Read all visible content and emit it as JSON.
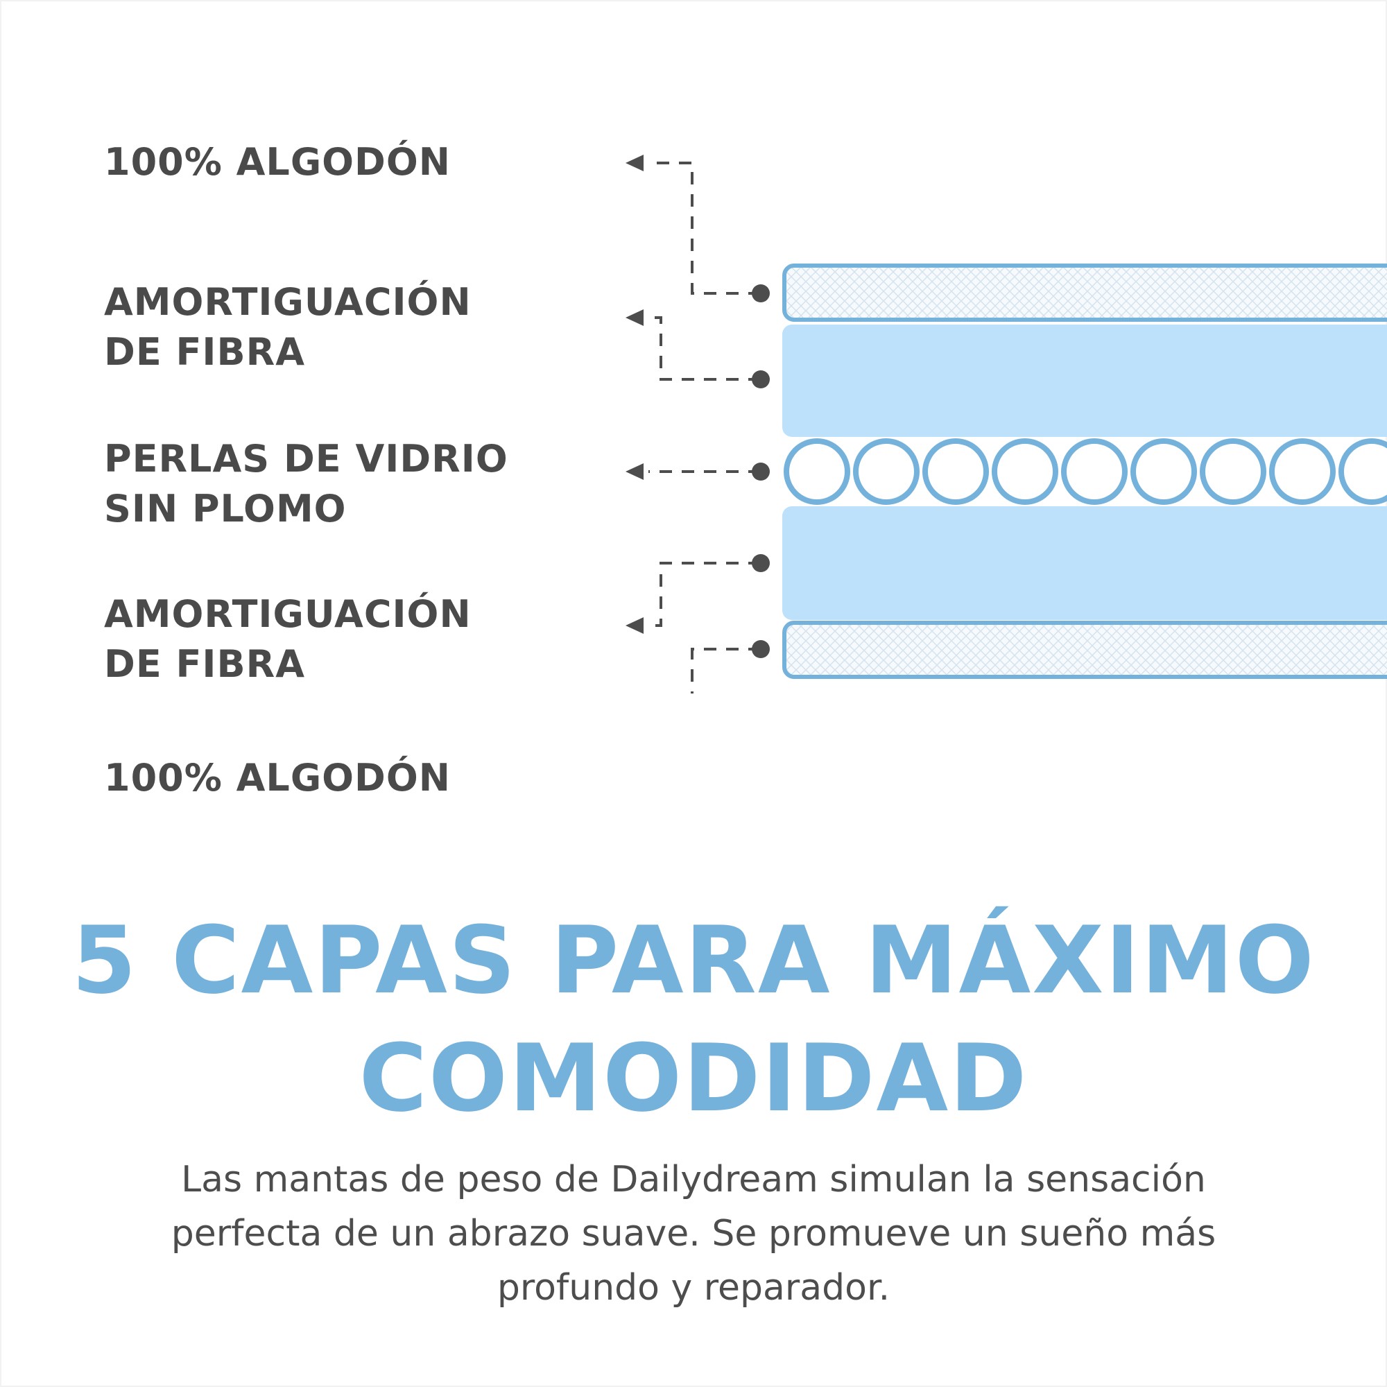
{
  "layers": [
    {
      "label": "100% ALGODÓN"
    },
    {
      "label": "AMORTIGUACIÓN\nDE FIBRA"
    },
    {
      "label": "PERLAS DE VIDRIO\nSIN PLOMO"
    },
    {
      "label": "AMORTIGUACIÓN\nDE FIBRA"
    },
    {
      "label": "100% ALGODÓN"
    }
  ],
  "headline": {
    "line1": "5 CAPAS PARA MÁXIMO",
    "line2": "COMODIDAD"
  },
  "description": "Las mantas de peso de Dailydream simulan la sensación perfecta de un abrazo suave. Se promueve un sueño más profundo y reparador.",
  "colors": {
    "label_text": "#4a4a4a",
    "accent_blue": "#74b1db",
    "fiber_fill": "#bde0fb",
    "connector": "#4d4d4d"
  }
}
